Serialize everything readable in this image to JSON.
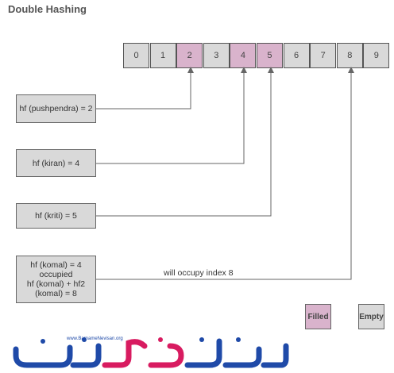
{
  "title": "Double Hashing",
  "table": {
    "indices": [
      "0",
      "1",
      "2",
      "3",
      "4",
      "5",
      "6",
      "7",
      "8",
      "9"
    ],
    "filled": [
      2,
      4,
      5
    ]
  },
  "boxes": [
    {
      "text": "hf (pushpendra) = 2",
      "target_index": 2
    },
    {
      "text": "hf (kiran) = 4",
      "target_index": 4
    },
    {
      "text": "hf (kriti) = 5",
      "target_index": 5
    },
    {
      "text": "hf (komal) = 4\noccupied\nhf (komal) + hf2\n(komal) = 8",
      "target_index": 8
    }
  ],
  "note": "will occupy index 8",
  "legend": {
    "filled": "Filled",
    "empty": "Empty"
  },
  "colors": {
    "filled": "#d9b3cc",
    "empty": "#d9d9d9",
    "line": "#666666"
  },
  "logo": {
    "url_text": "www.BarnameNevisan.org",
    "wordmark": "برنامه نویسان"
  }
}
